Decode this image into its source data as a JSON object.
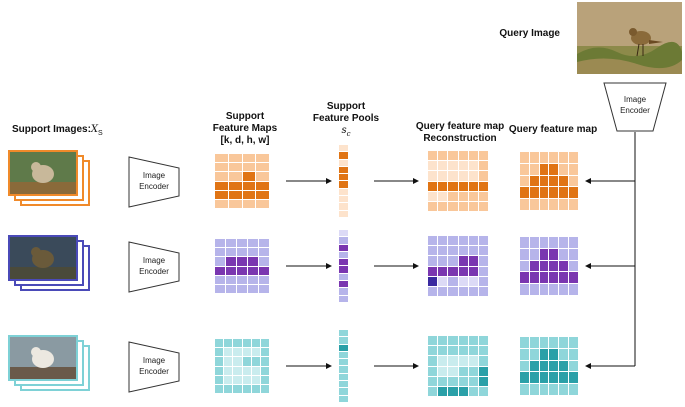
{
  "labels": {
    "query_image": "Query Image",
    "support_images": "Support Images:",
    "support_images_symbol": "X",
    "support_images_subscript": "S",
    "support_feature_maps_line1": "Support",
    "support_feature_maps_line2": "Feature Maps",
    "support_feature_maps_line3": "[k,  d,  h,  w]",
    "support_feature_pools_line1": "Support",
    "support_feature_pools_line2": "Feature Pools",
    "support_feature_pools_symbol": "s",
    "support_feature_pools_subscript": "c",
    "reconstruction_line1": "Query feature map",
    "reconstruction_line2": "Reconstruction",
    "query_feature_map": "Query feature map"
  },
  "encoder": {
    "line1": "Image",
    "line2": "Encoder"
  },
  "colors": {
    "orange": {
      "border": "#f08a2a",
      "light": "#f9c79a",
      "dark": "#e07414",
      "pale": "#fde3cc"
    },
    "purple": {
      "border": "#4a4ab8",
      "light": "#b6b4ea",
      "dark": "#7a36b0",
      "pale": "#dcdaf6"
    },
    "teal": {
      "border": "#7ed1d6",
      "light": "#8fd6da",
      "dark": "#2aa0a8",
      "pale": "#c9ecee"
    }
  },
  "rows": [
    {
      "theme": "orange",
      "support_map": [
        "0000",
        "0000",
        "0010",
        "1111",
        "1111",
        "0000"
      ],
      "pool": [
        "p",
        "d",
        "p",
        "d",
        "d",
        "d",
        "p",
        "p",
        "p",
        "p"
      ],
      "reconstruction": [
        "llllll",
        "pppppl",
        "pppppl",
        "dddddd",
        "ppllll",
        "llllll"
      ],
      "query_map": [
        "000000",
        "001100",
        "011110",
        "111111",
        "000000"
      ]
    },
    {
      "theme": "purple",
      "support_map": [
        "00000",
        "00000",
        "01110",
        "11111",
        "00000",
        "00000"
      ],
      "pool": [
        "p",
        "l",
        "d",
        "l",
        "d",
        "d",
        "l",
        "d",
        "l",
        "l"
      ],
      "reconstruction": [
        "llllll",
        "llllll",
        "lllddl",
        "dddddl",
        "bplppl",
        "llllll"
      ],
      "query_map": [
        "000000",
        "001100",
        "011110",
        "111111",
        "000000"
      ]
    },
    {
      "theme": "teal",
      "support_map": [
        "llllll",
        "lppppl",
        "lpplll",
        "lppppl",
        "lppppl",
        "llllll"
      ],
      "pool": [
        "l",
        "l",
        "d",
        "l",
        "l",
        "l",
        "l",
        "l",
        "l",
        "l"
      ],
      "reconstruction": [
        "llllll",
        "lllll",
        "lppppl",
        "lpplld",
        "llllld",
        "ldddll"
      ],
      "query_map": [
        "000000",
        "001100",
        "011110",
        "111111",
        "000000"
      ]
    }
  ]
}
